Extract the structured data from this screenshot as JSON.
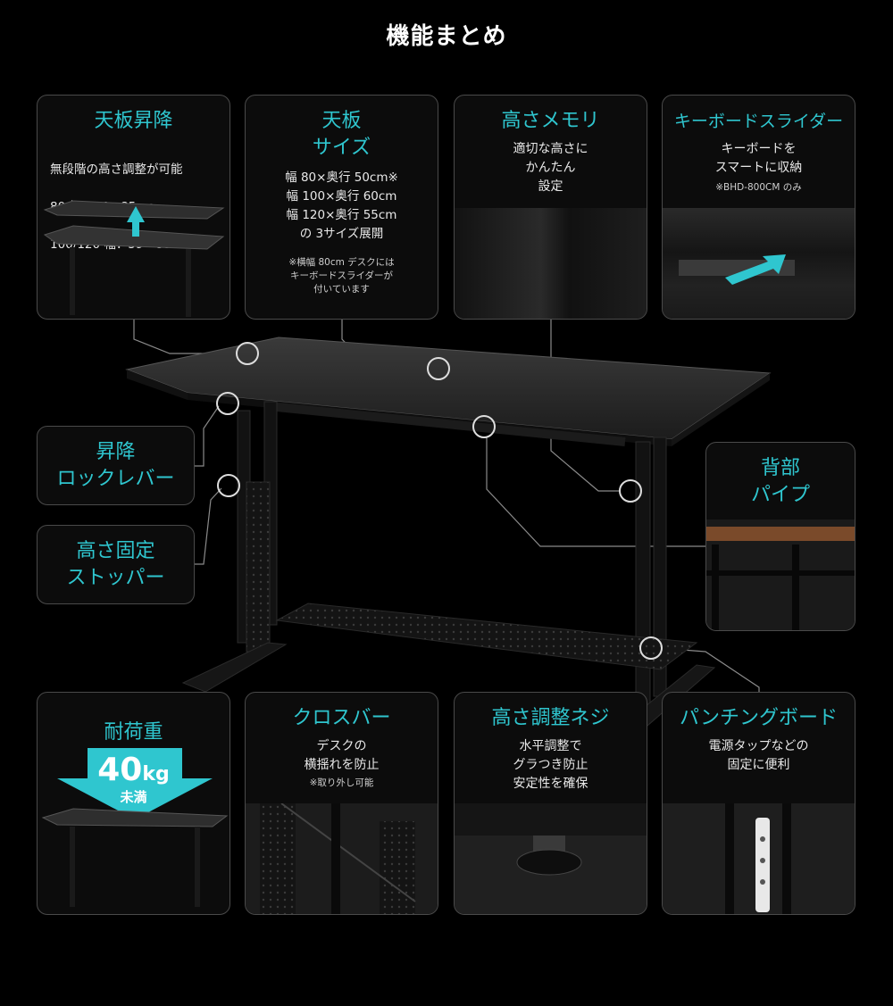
{
  "page": {
    "title": "機能まとめ"
  },
  "cards": {
    "top_height": {
      "title": "天板昇降",
      "body": "無段階の高さ調整が可能",
      "spec1": "80 幅：64～85cm",
      "spec2": "100/120 幅：59～80cm"
    },
    "top_size": {
      "title": "天板\nサイズ",
      "body": "幅 80×奥行 50cm※\n幅 100×奥行 60cm\n幅 120×奥行 55cm\nの 3サイズ展開",
      "note": "※横幅 80cm デスクには\nキーボードスライダーが\n付いています"
    },
    "height_memory": {
      "title": "高さメモリ",
      "body": "適切な高さに\nかんたん\n設定"
    },
    "keyboard_slider": {
      "title": "キーボードスライダー",
      "body": "キーボードを\nスマートに収納",
      "note": "※BHD-800CM のみ"
    },
    "lock_lever": {
      "title": "昇降\nロックレバー"
    },
    "height_stopper": {
      "title": "高さ固定\nストッパー"
    },
    "back_pipe": {
      "title": "背部\nパイプ"
    },
    "load": {
      "title": "耐荷重",
      "value": "40",
      "unit": "kg",
      "suffix": "未満"
    },
    "cross_bar": {
      "title": "クロスバー",
      "body": "デスクの\n横揺れを防止",
      "note": "※取り外し可能"
    },
    "adjust_screw": {
      "title": "高さ調整ネジ",
      "body": "水平調整で\nグラつき防止\n安定性を確保"
    },
    "punching_board": {
      "title": "パンチングボード",
      "body": "電源タップなどの\n固定に便利"
    }
  },
  "colors": {
    "accent": "#2fc6cf",
    "border": "#4a4a4a",
    "background": "#000000"
  },
  "icons": [
    "up-arrow-icon",
    "down-arrow-icon",
    "callout-marker-icon"
  ]
}
